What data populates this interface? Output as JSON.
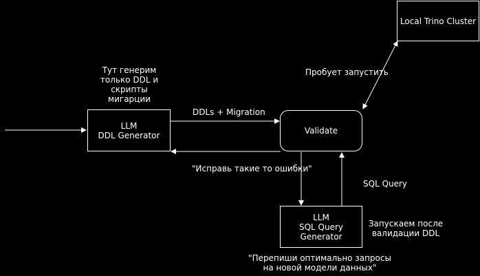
{
  "colors": {
    "background": "#000000",
    "stroke": "#ffffff",
    "text": "#ffffff"
  },
  "nodes": {
    "ddl_generator": {
      "line1": "LLM",
      "line2": "DDL Generator"
    },
    "validate": {
      "label": "Validate"
    },
    "trino": {
      "label": "Local Trino Cluster"
    },
    "sql_generator": {
      "line1": "LLM",
      "line2": "SQL Query",
      "line3": "Generator"
    }
  },
  "annotations": {
    "ddl_note": {
      "line1": "Тут генерим",
      "line2": "только DDL и",
      "line3": "скрипты",
      "line4": "мигарции"
    },
    "ddls_migration": "DDLs + Migration",
    "try_run": "Пробует запустить",
    "fix_errors": "\"Исправь такие то ошибки\"",
    "sql_query": "SQL Query",
    "run_after": {
      "line1": "Запускаем после",
      "line2": "валидации DDL"
    },
    "rewrite": {
      "line1": "\"Перепиши оптимально запросы",
      "line2": "на новой модели данных\""
    }
  }
}
